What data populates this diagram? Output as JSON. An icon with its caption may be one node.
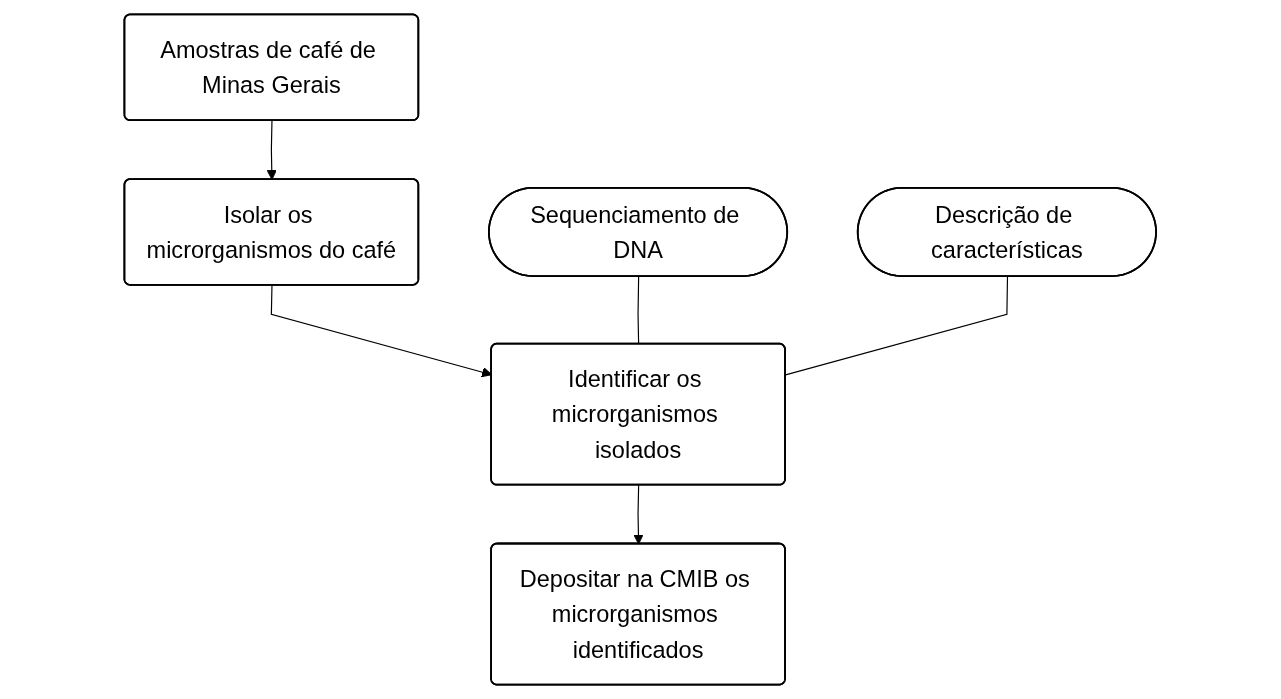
{
  "diagram": {
    "nodes": [
      {
        "text": [
          "Amostras de café de Minas Gerais"
        ]
      },
      {
        "text": [
          "Isolar os microrganismos do café"
        ]
      },
      {
        "text": [
          "Sequenciamento de DNA"
        ]
      },
      {
        "text": [
          "Identificar os microrganismos isolados"
        ]
      },
      {
        "text": [
          "Descrição de características"
        ]
      },
      {
        "text": [
          "Depositar na CMIB os microrganismos identificados"
        ]
      }
    ],
    "edges": [
      {
        "from": 0,
        "to": 1,
        "arrow": "to"
      },
      {
        "from": 1,
        "to": 3,
        "arrow": "to"
      },
      {
        "from": 2,
        "to": 3,
        "arrow": "none"
      },
      {
        "from": 4,
        "to": 3,
        "arrow": "none"
      },
      {
        "from": 3,
        "to": 5,
        "arrow": "to"
      }
    ]
  }
}
